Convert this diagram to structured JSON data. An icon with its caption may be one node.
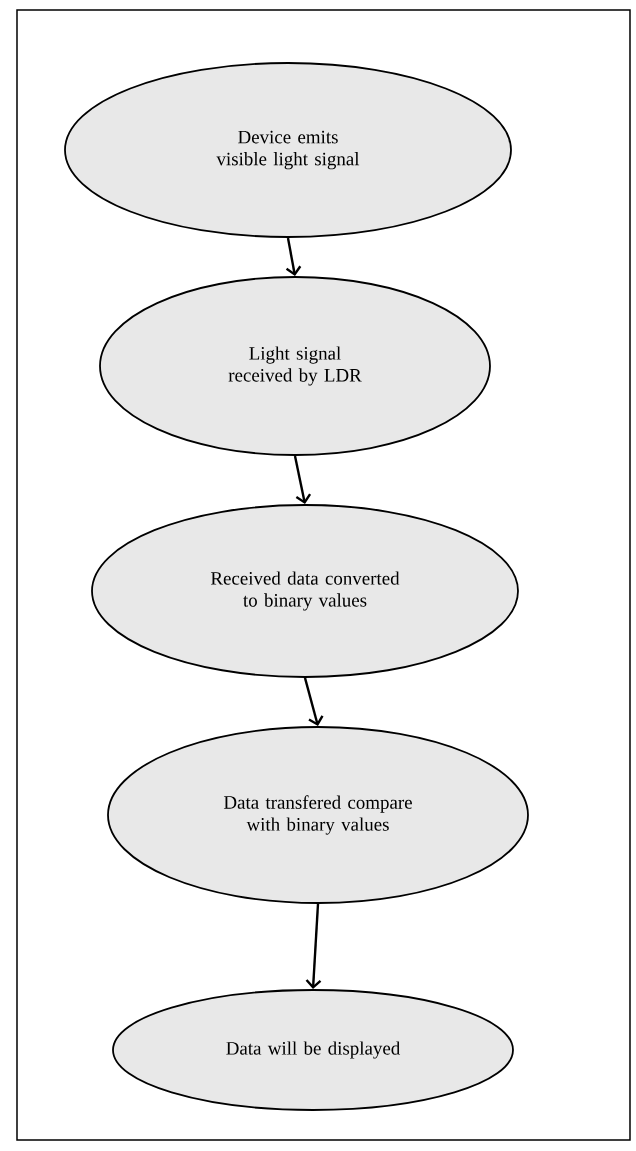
{
  "diagram": {
    "nodes": [
      {
        "text": [
          "Device emits visible light signal"
        ]
      },
      {
        "text": [
          "Light signal received by LDR"
        ]
      },
      {
        "text": [
          "Received data  converted to binary values"
        ]
      },
      {
        "text": [
          "Data transfered compare with binary values"
        ]
      },
      {
        "text": [
          "Data will be displayed"
        ]
      }
    ],
    "edges": [
      {
        "from": 0,
        "to": 1,
        "arrow": "to"
      },
      {
        "from": 1,
        "to": 2,
        "arrow": "to"
      },
      {
        "from": 2,
        "to": 3,
        "arrow": "to"
      },
      {
        "from": 3,
        "to": 4,
        "arrow": "to"
      }
    ]
  }
}
